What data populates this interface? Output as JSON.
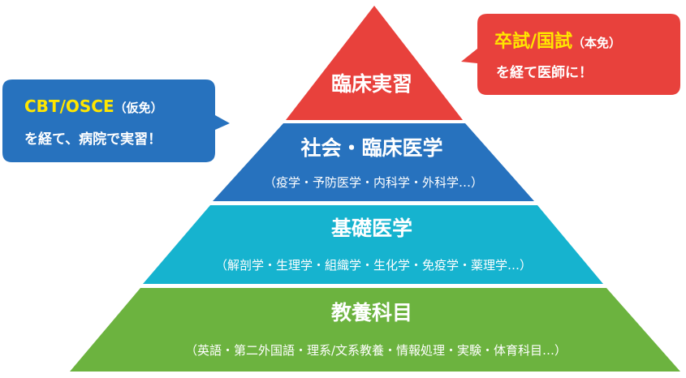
{
  "pyramid": {
    "tiers": [
      {
        "title": "臨床実習",
        "subtitle": "",
        "color": "#e8413c"
      },
      {
        "title": "社会・臨床医学",
        "subtitle": "（疫学・予防医学・内科学・外科学…）",
        "color": "#2772be"
      },
      {
        "title": "基礎医学",
        "subtitle": "（解剖学・生理学・組織学・生化学・免疫学・薬理学…）",
        "color": "#16b3cf"
      },
      {
        "title": "教養科目",
        "subtitle": "（英語・第二外国語・理系/文系教養・情報処理・実験・体育科目…）",
        "color": "#6cb33f"
      }
    ]
  },
  "bubble_left": {
    "color": "#2772be",
    "highlight": "CBT/OSCE",
    "paren": "（仮免）",
    "line2": "を経て、病院で実習！"
  },
  "bubble_right": {
    "color": "#e8413c",
    "highlight": "卒試/国試",
    "paren": "（本免）",
    "line2": "を経て医師に！"
  },
  "colors": {
    "highlight": "#ffe600",
    "text": "#ffffff"
  }
}
